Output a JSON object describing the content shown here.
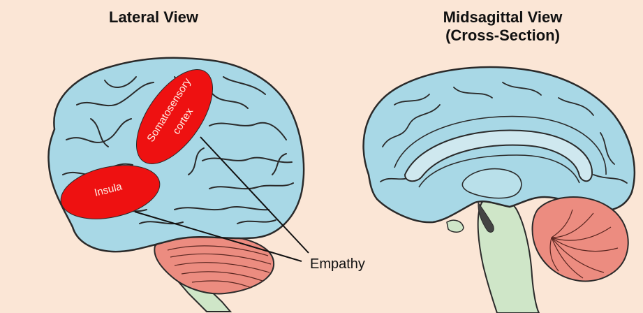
{
  "titles": {
    "lateral": "Lateral View",
    "midsagittal_line1": "Midsagittal View",
    "midsagittal_line2": "(Cross-Section)"
  },
  "labels": {
    "somatosensory_line1": "Somatosensory",
    "somatosensory_line2": "cortex",
    "insula": "Insula",
    "empathy": "Empathy"
  },
  "colors": {
    "background": "#fbe6d6",
    "cerebrum": "#a8d8e6",
    "cerebellum": "#ec8c80",
    "brainstem": "#cfe6c8",
    "highlight_region": "#ee1111",
    "outline": "#2a2a2a"
  }
}
